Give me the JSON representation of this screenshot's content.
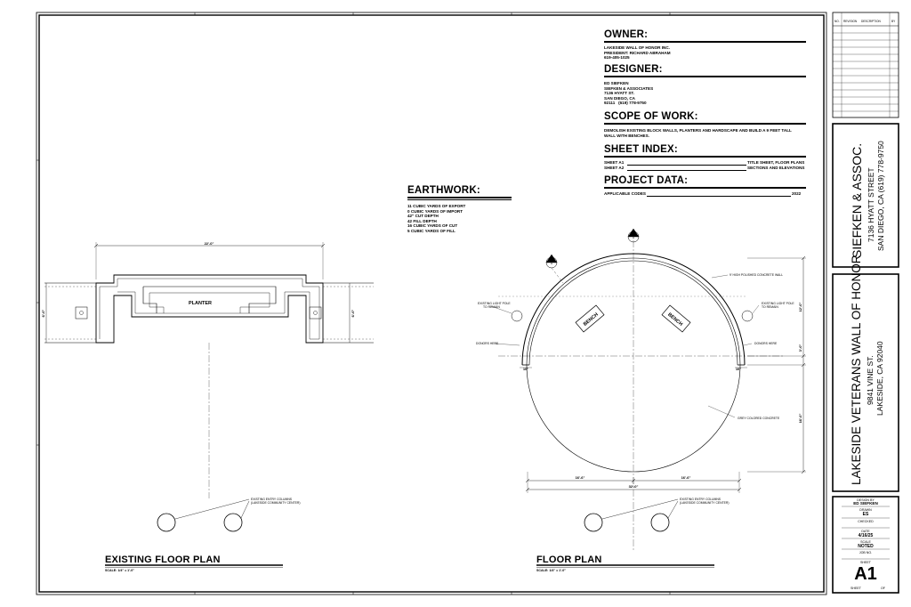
{
  "owner": {
    "title": "OWNER:",
    "lines": [
      "LAKESIDE WALL OF HONOR INC.",
      "PRESIDENT: RICHARD ABRAHAM",
      "619-405-1025"
    ]
  },
  "designer": {
    "title": "DESIGNER:",
    "lines": [
      "ED SIEFKEN",
      "SIEFKEN & ASSOCIATES",
      "7136 HYATT ST.",
      "SAN DIEGO, CA",
      "92111   (619) 778-9750"
    ]
  },
  "scope": {
    "title": "SCOPE OF WORK:",
    "lines": [
      "DEMOLISH EXISTING BLOCK WALLS, PLANTERS AND HARDSCAPE AND BUILD A 9 FEET TALL",
      "WALL WITH BENCHES."
    ]
  },
  "sheet_index": {
    "title": "SHEET INDEX:",
    "rows": [
      {
        "sheet": "SHEET A1",
        "desc": "TITLE SHEET, FLOOR PLANS"
      },
      {
        "sheet": "SHEET A2",
        "desc": "SECTIONS AND ELEVATIONS"
      }
    ]
  },
  "project_data": {
    "title": "PROJECT DATA:",
    "codes_label": "APPLICABLE CODES",
    "codes_year": "2022"
  },
  "earthwork": {
    "title": "EARTHWORK:",
    "lines": [
      "11 CUBIC YARDS OF EXPORT",
      "0 CUBIC YARDS OF IMPORT",
      "42\" CUT DEPTH",
      "42 FILL DEPTH",
      "16 CUBIC YARDS OF CUT",
      "5 CUBIC YARDS OF FILL"
    ]
  },
  "existing_plan": {
    "title": "EXISTING FLOOR PLAN",
    "scale": "SCALE: 1/4\" = 1'-0\"",
    "planter_label": "PLANTER",
    "width_dim": "22'-0\"",
    "left_dim": "6'-0\"",
    "right_dim": "6'-0\"",
    "column_note": [
      "EXISTING ENTRY COLUMNS",
      "(LAKESIDE COMMUNITY CENTER)"
    ]
  },
  "floor_plan": {
    "title": "FLOOR PLAN",
    "scale": "SCALE: 1/4\" = 1'-0\"",
    "bench_label": "BENCH",
    "wall_note": "9' HIGH POLISHED CONCRETE WALL",
    "pole_left": [
      "EXISTING LIGHT POLE",
      "TO REMAIN"
    ],
    "pole_right": [
      "EXISTING LIGHT POLE",
      "TO REMAIN"
    ],
    "donors_left": "DONORS HERE",
    "donors_right": "DONORS HERE",
    "concrete_note": "GREY COLORED CONCRETE",
    "column_note": [
      "EXISTING ENTRY COLUMNS",
      "(LAKESIDE COMMUNITY CENTER)"
    ],
    "dim_half_left": "16'-6\"",
    "dim_half_right": "16'-6\"",
    "dim_total": "32'-0\"",
    "dim_right_top": "12'-0\"",
    "dim_right_mid": "3'-0\"",
    "dim_right_bot": "16'-0\"",
    "dim_small_left": "10\"",
    "dim_small_right": "10\""
  },
  "revision_table": {
    "headers": [
      "NO.",
      "REVISION",
      "DESCRIPTION",
      "BY"
    ]
  },
  "firm_block": {
    "name": "SIEFKEN & ASSOC.",
    "street": "7136 HYATT STREET",
    "city": "SAN DIEGO, CA (619) 778-9750"
  },
  "project_block": {
    "name": "LAKESIDE VETERANS WALL OF HONOR",
    "street": "9841 VINE ST.",
    "city": "LAKESIDE, CA  92040"
  },
  "title_block": {
    "design_by_label": "DESIGN BY",
    "design_by": "ED SIEFKEN",
    "drawn_label": "DRAWN",
    "drawn": "ES",
    "checked_label": "CHECKED",
    "date_label": "DATE",
    "date": "4/16/25",
    "scale_label": "SCALE",
    "scale": "NOTED",
    "job_label": "JOB NO.",
    "sheet_label": "SHEET",
    "sheet": "A1",
    "sheet_word": "SHEET",
    "of_word": "OF"
  }
}
